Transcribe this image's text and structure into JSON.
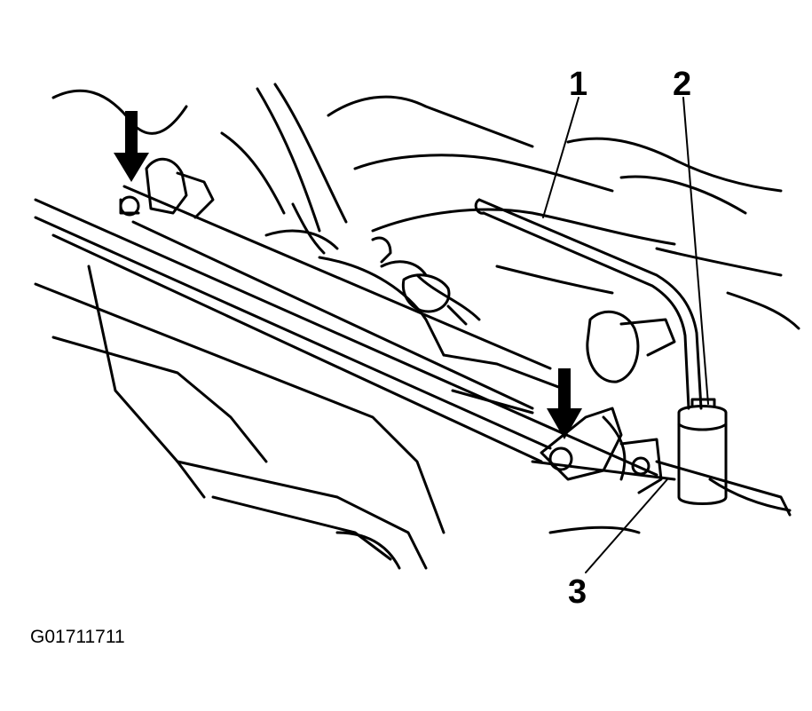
{
  "callouts": {
    "one": "1",
    "two": "2",
    "three": "3"
  },
  "figure_id": "G01711711",
  "colors": {
    "ink": "#000000",
    "paper": "#ffffff"
  }
}
